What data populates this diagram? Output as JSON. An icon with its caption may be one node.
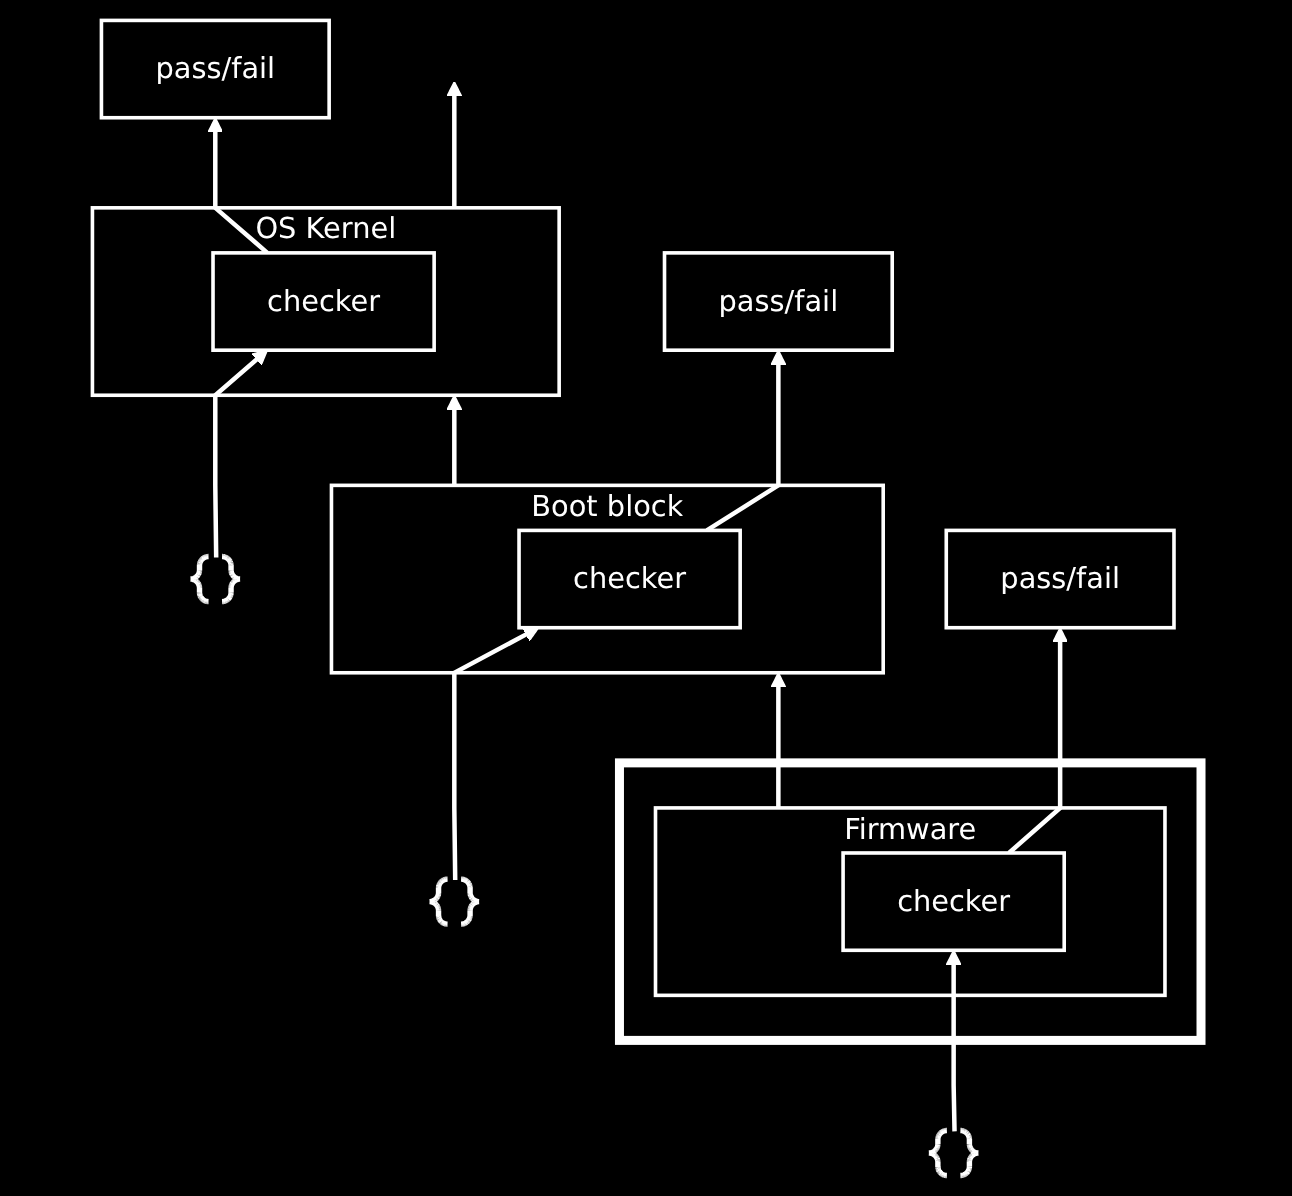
{
  "diagram": {
    "nodes": [
      {
        "text": [],
        "shape": "brace"
      },
      {
        "text": [
          "OS Kernel"
        ]
      },
      {
        "text": [
          "checker"
        ],
        "in": 1
      },
      {
        "text": [
          "pass/fail"
        ]
      },
      {
        "text": [],
        "shape": "brace"
      },
      {
        "text": [
          "Boot block"
        ]
      },
      {
        "text": [
          "checker"
        ],
        "in": 5
      },
      {
        "text": [
          "pass/fail"
        ]
      },
      {
        "text": [],
        "shape": "brace"
      },
      {
        "text": [],
        "shape": "box"
      },
      {
        "text": [
          "Firmware"
        ],
        "in": 9
      },
      {
        "text": [
          "checker"
        ],
        "in": 10
      },
      {
        "text": [
          "pass/fail"
        ]
      }
    ],
    "edges": [
      {
        "from": 1,
        "to": null,
        "arrow": "to"
      },
      {
        "from": 0,
        "to": 2,
        "arrow": "to"
      },
      {
        "from": 2,
        "to": 3,
        "arrow": "to"
      },
      {
        "from": 5,
        "to": 1,
        "arrow": "to"
      },
      {
        "from": 4,
        "to": 6,
        "arrow": "to"
      },
      {
        "from": 6,
        "to": 7,
        "arrow": "to"
      },
      {
        "from": 10,
        "to": 5,
        "arrow": "to"
      },
      {
        "from": 8,
        "to": 11,
        "arrow": "to"
      },
      {
        "from": 11,
        "to": 12,
        "arrow": "to"
      }
    ]
  }
}
